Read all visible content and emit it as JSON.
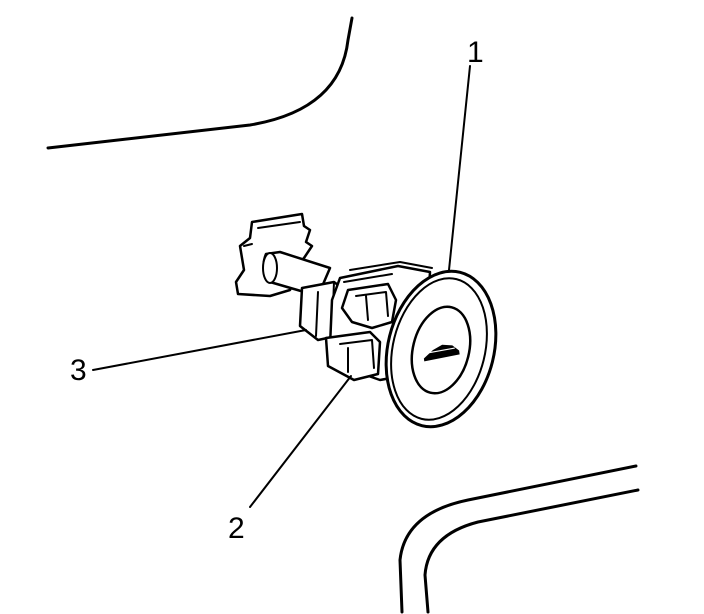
{
  "callouts": [
    {
      "id": "1",
      "label": "1"
    },
    {
      "id": "2",
      "label": "2"
    },
    {
      "id": "3",
      "label": "3"
    }
  ],
  "colors": {
    "ink": "#000000",
    "background": "#ffffff"
  },
  "icons": {
    "lock_face": "trunk-icon"
  }
}
